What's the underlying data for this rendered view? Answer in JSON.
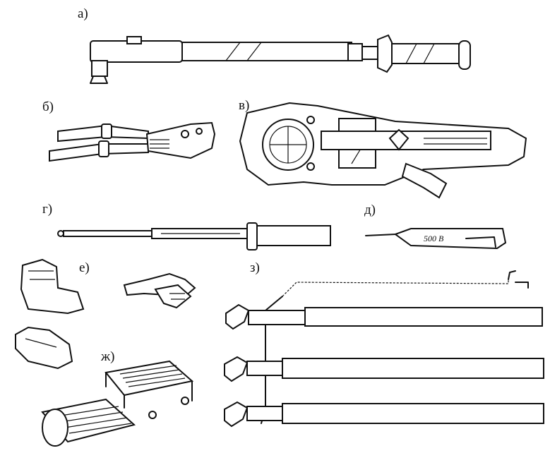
{
  "labels": {
    "a": "а)",
    "b": "б)",
    "v": "в)",
    "g": "г)",
    "d": "д)",
    "e": "е)",
    "zh": "ж)",
    "z": "з)"
  },
  "tester_marking": "500 В"
}
